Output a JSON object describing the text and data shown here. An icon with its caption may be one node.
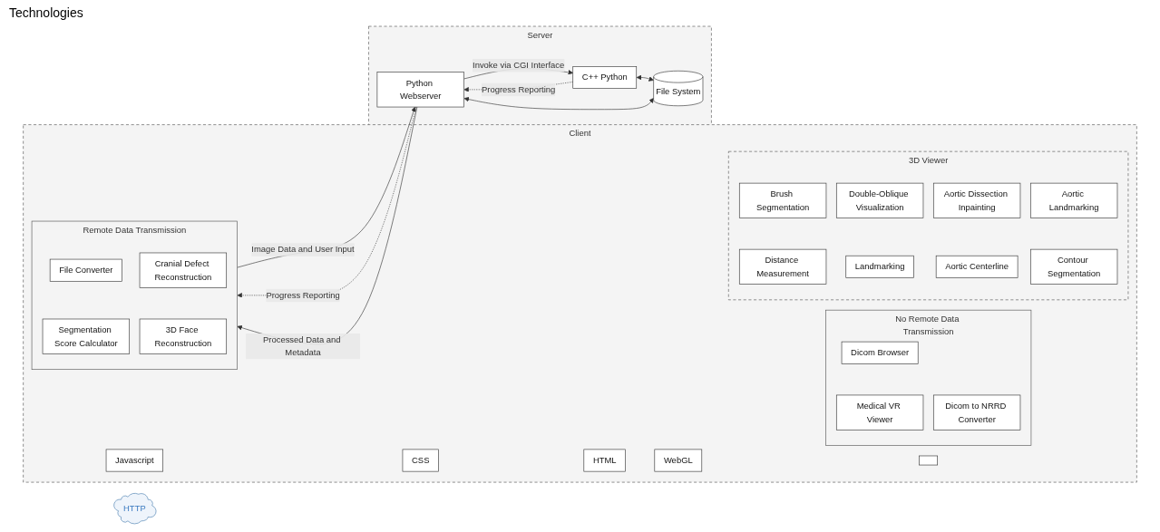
{
  "diagram": {
    "nodes": [
      {
        "text": [
          "Client"
        ]
      },
      {
        "text": [
          "Javascript"
        ],
        "in": 0
      },
      {
        "text": [
          "CSS"
        ],
        "in": 0
      },
      {
        "text": [
          "HTML"
        ],
        "in": 0
      },
      {
        "text": [
          "WebGL"
        ],
        "in": 0
      },
      {
        "text": [],
        "shape": "box",
        "in": 0
      },
      {
        "text": [
          "No Remote Data Transmission"
        ],
        "in": 0
      },
      {
        "text": [
          "Remote Data Transmission"
        ],
        "in": 0
      },
      {
        "text": [
          "3D Viewer"
        ],
        "in": 0
      },
      {
        "text": [
          "Brush Segmentation"
        ],
        "in": 8
      },
      {
        "text": [
          "Double-Oblique Visualization"
        ],
        "in": 8
      },
      {
        "text": [
          "Distance Measurement"
        ],
        "in": 8
      },
      {
        "text": [
          "Landmarking"
        ],
        "in": 8
      },
      {
        "text": [
          "Aortic Dissection Inpainting"
        ],
        "in": 8
      },
      {
        "text": [
          "Aortic Landmarking"
        ],
        "in": 8
      },
      {
        "text": [
          "Aortic Centerline"
        ],
        "in": 8
      },
      {
        "text": [
          "Contour Segmentation"
        ],
        "in": 8
      },
      {
        "text": [
          "Dicom Browser"
        ],
        "in": 6
      },
      {
        "text": [
          "Dicom to NRRD Converter"
        ],
        "in": 6
      },
      {
        "text": [
          "Medical VR Viewer"
        ],
        "in": 6
      },
      {
        "text": [
          "File Converter"
        ],
        "in": 7
      },
      {
        "text": [
          "Segmentation Score Calculator"
        ],
        "in": 7
      },
      {
        "text": [
          "Cranial Defect Reconstruction"
        ],
        "in": 7
      },
      {
        "text": [
          "3D Face Reconstruction"
        ],
        "in": 7
      },
      {
        "text": [
          "HTTP"
        ]
      },
      {
        "text": [
          "Server"
        ]
      },
      {
        "text": [
          "Python Webserver"
        ],
        "in": 25
      },
      {
        "text": [
          "C++ Python"
        ],
        "in": 25
      },
      {
        "text": [
          "File System"
        ],
        "in": 25
      }
    ],
    "edges": [
      {
        "from": 7,
        "to": 26,
        "arrow": "to",
        "label": "Image Data and User Input"
      },
      {
        "from": 26,
        "to": 7,
        "arrow": "to",
        "label": "Progress Reporting",
        "style": "dashed"
      },
      {
        "from": 26,
        "to": 7,
        "arrow": "to",
        "label": "Processed Data and Metadata"
      },
      {
        "from": 26,
        "to": 27,
        "arrow": "to",
        "label": "Invoke via CGI Interface"
      },
      {
        "from": 27,
        "to": 26,
        "arrow": "to",
        "label": "Progress Reporting",
        "style": "dashed"
      },
      {
        "from": 27,
        "to": 28,
        "arrow": "both"
      },
      {
        "from": 26,
        "to": 28,
        "arrow": "both"
      }
    ],
    "labels": [
      "Technologies"
    ]
  }
}
